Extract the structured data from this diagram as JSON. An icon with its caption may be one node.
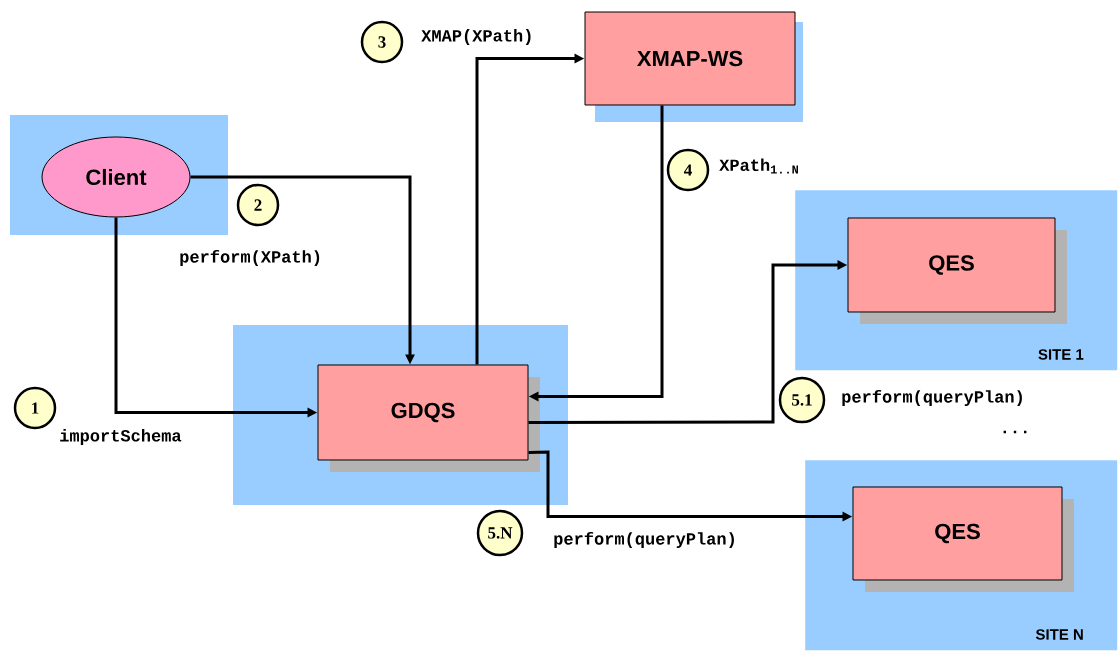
{
  "diagram": {
    "nodes": [
      {
        "text": [
          "Client"
        ]
      },
      {
        "text": [
          "GDQS"
        ]
      },
      {
        "text": [
          "XMAP-WS"
        ]
      },
      {
        "text": [
          "SITE 1"
        ]
      },
      {
        "text": [
          "QES"
        ],
        "in": 3
      },
      {
        "text": [
          "SITE N"
        ]
      },
      {
        "text": [
          "QES"
        ],
        "in": 5
      }
    ],
    "edges": [
      {
        "from": 0,
        "to": 1,
        "arrow": "to",
        "label": "importSchema"
      },
      {
        "from": 0,
        "to": 1,
        "arrow": "to",
        "label": "perform(XPath)"
      },
      {
        "from": 1,
        "to": 2,
        "arrow": "to",
        "label": "XMAP(XPath)"
      },
      {
        "from": 2,
        "to": 1,
        "arrow": "to",
        "label": "XPath$_{1..N}$"
      },
      {
        "from": 1,
        "to": 4,
        "arrow": "to",
        "label": "perform(queryPlan)"
      },
      {
        "from": 1,
        "to": 6,
        "arrow": "to",
        "label": "perform(queryPlan)"
      }
    ],
    "labels": [
      "3",
      "4",
      "2",
      "1",
      "5.1",
      "...",
      "5.N"
    ]
  }
}
